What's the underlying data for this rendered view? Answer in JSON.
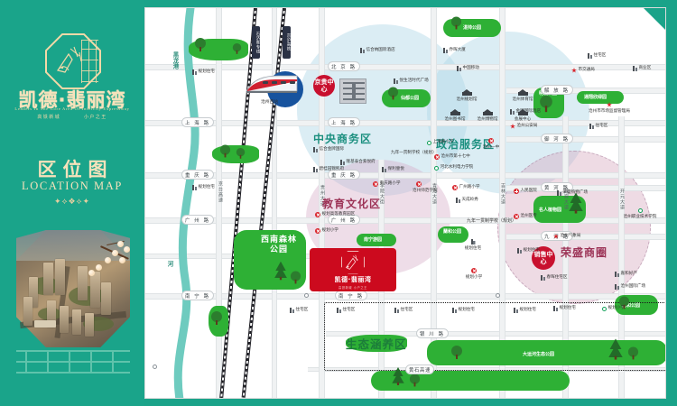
{
  "brand": {
    "logo_icon": "octagon-bird-emblem",
    "name_cn": "凯德·翡丽湾",
    "tagline_en": "Leaders In The Core Area Of Intercity Expressway",
    "sub_left": "高铁新城",
    "sub_right": "小户之王"
  },
  "title": {
    "cn": "区位图",
    "en": "LOCATION MAP",
    "ornament": "❖"
  },
  "render": {
    "caption": "project-aerial-render"
  },
  "map": {
    "project_marker": {
      "name": "凯德·翡丽湾",
      "sub": "高铁新城 小户之王",
      "icon": "octagon-bird-emblem"
    },
    "station": {
      "label": "沧州西站",
      "icon": "high-speed-train"
    },
    "zones": [
      {
        "id": "cbd",
        "name": "中央商务区",
        "color": "#1b8f7f"
      },
      {
        "id": "govt",
        "name": "政治服务区",
        "color": "#1b8f7f"
      },
      {
        "id": "education",
        "name": "教育文化区",
        "color": "#9c3356"
      },
      {
        "id": "commerce",
        "name": "荣盛商圈",
        "color": "#9c3356"
      },
      {
        "id": "eco",
        "name": "生态涵养区",
        "color": "#1c7d3a"
      }
    ],
    "roads_h": [
      {
        "name": "北 京 路"
      },
      {
        "name": "上 海 路"
      },
      {
        "name": "上 海 路"
      },
      {
        "name": "重 庆 路"
      },
      {
        "name": "重 庆 路"
      },
      {
        "name": "广 州 路"
      },
      {
        "name": "广 州 路"
      },
      {
        "name": "南 宁 路"
      },
      {
        "name": "南 宁 路"
      },
      {
        "name": "解 放 路"
      },
      {
        "name": "御 河 路"
      },
      {
        "name": "黄 河 路"
      },
      {
        "name": "九 河 路"
      },
      {
        "name": "银 川 路"
      },
      {
        "name": "黄石高速"
      }
    ],
    "roads_v": [
      {
        "name": "京台高速"
      },
      {
        "name": "贵州大道"
      },
      {
        "name": "学院大街"
      },
      {
        "name": "青海大道"
      },
      {
        "name": "吉林大道"
      },
      {
        "name": "迎宾大道"
      },
      {
        "name": "开元大道"
      }
    ],
    "rail_tags": [
      {
        "name": "石济客专线"
      },
      {
        "name": "京沪高铁"
      }
    ],
    "river": {
      "name": "黑龙港",
      "name2": "河"
    },
    "red_circles": [
      {
        "name": "京贵中心"
      },
      {
        "name": "销售中心"
      }
    ],
    "parks": [
      {
        "name": "湛帅公园",
        "kind": "park"
      },
      {
        "name": "仙都公园",
        "kind": "park"
      },
      {
        "name": "通翔欣绿园",
        "kind": "park"
      },
      {
        "name": "明城公园",
        "kind": "park"
      },
      {
        "name": "名人植物园",
        "kind": "park"
      },
      {
        "name": "南宁游园",
        "kind": "park"
      },
      {
        "name": "沅津南公园",
        "kind": "park"
      },
      {
        "name": "蘭和公园",
        "kind": "park"
      },
      {
        "name": "西南森林公园",
        "kind": "forest-park"
      },
      {
        "name": "大运河生态公园",
        "kind": "eco-park"
      }
    ],
    "pois": [
      {
        "name": "信合纳国际酒店",
        "icon": "building-icon"
      },
      {
        "name": "乔晖大厦",
        "icon": "building-icon"
      },
      {
        "name": "悦生活时代广场",
        "icon": "building-icon"
      },
      {
        "name": "中国移动",
        "icon": "building-icon"
      },
      {
        "name": "市交通局",
        "icon": "star-icon"
      },
      {
        "name": "住宅区",
        "icon": "building-icon"
      },
      {
        "name": "商业区",
        "icon": "building-icon"
      },
      {
        "name": "沧州市市场监督管理局",
        "icon": "star-icon"
      },
      {
        "name": "住宅区",
        "icon": "building-icon"
      },
      {
        "name": "金牌国际酒店",
        "icon": "building-icon"
      },
      {
        "name": "沧州公安局",
        "icon": "star-icon"
      },
      {
        "name": "沧州规划馆",
        "icon": "civic-icon"
      },
      {
        "name": "沧州图书馆",
        "icon": "civic-icon"
      },
      {
        "name": "沧州博物馆",
        "icon": "civic-icon"
      },
      {
        "name": "沧州体育馆",
        "icon": "civic-icon"
      },
      {
        "name": "会展中心",
        "icon": "civic-icon"
      },
      {
        "name": "上海路小学",
        "icon": "school-icon"
      },
      {
        "name": "沧州一中",
        "icon": "school-x-icon"
      },
      {
        "name": "沧州市第十七中",
        "icon": "school-x-icon"
      },
      {
        "name": "河北水利电力学院",
        "icon": "school-icon"
      },
      {
        "name": "信合金牌国际",
        "icon": "building-icon"
      },
      {
        "name": "隆基泰合紫悦府",
        "icon": "building-icon"
      },
      {
        "name": "碧桂园锦熙府",
        "icon": "building-icon"
      },
      {
        "name": "保利壹悦",
        "icon": "building-icon"
      },
      {
        "name": "九年一贯制学校（规划）",
        "icon": "school-x-icon"
      },
      {
        "name": "九年一贯制学校（规划）",
        "icon": "text-only"
      },
      {
        "name": "重庆路小学",
        "icon": "school-x-icon"
      },
      {
        "name": "规划高等教育园区",
        "icon": "school-x-icon"
      },
      {
        "name": "沧州师范学院",
        "icon": "text-only"
      },
      {
        "name": "广州路小学",
        "icon": "school-x-icon"
      },
      {
        "name": "天成岭秀",
        "icon": "building-icon"
      },
      {
        "name": "规划小学",
        "icon": "school-x-icon"
      },
      {
        "name": "规划小学",
        "icon": "school-x-icon"
      },
      {
        "name": "规划住宅",
        "icon": "building-icon"
      },
      {
        "name": "规划住宅",
        "icon": "building-icon"
      },
      {
        "name": "规划住宅",
        "icon": "building-icon"
      },
      {
        "name": "规划住宅",
        "icon": "building-icon"
      },
      {
        "name": "人民医院",
        "icon": "hospital-icon"
      },
      {
        "name": "沧州医专",
        "icon": "school-x-icon"
      },
      {
        "name": "荣盛购物广场",
        "icon": "building-icon"
      },
      {
        "name": "沧州气象局",
        "icon": "star-icon"
      },
      {
        "name": "沧州职业技术学院",
        "icon": "school-icon"
      },
      {
        "name": "春晖住宅区",
        "icon": "building-icon"
      },
      {
        "name": "嘉和好产",
        "icon": "building-icon"
      },
      {
        "name": "沧州国际广场",
        "icon": "building-icon"
      },
      {
        "name": "住宅区",
        "icon": "building-icon"
      },
      {
        "name": "住宅区",
        "icon": "building-icon"
      },
      {
        "name": "住宅区",
        "icon": "building-icon"
      },
      {
        "name": "规划住宅",
        "icon": "building-icon"
      },
      {
        "name": "规划住宅",
        "icon": "building-icon"
      },
      {
        "name": "规划住宅",
        "icon": "building-icon"
      },
      {
        "name": "规划小学",
        "icon": "school-icon"
      }
    ]
  },
  "colors": {
    "brand_teal": "#1aa389",
    "brand_gold": "#f3d9a8",
    "project_red": "#cc0a1e",
    "zone_blue": "#afd6e6",
    "zone_pink": "#d7afc8",
    "green": "#2eb035"
  }
}
